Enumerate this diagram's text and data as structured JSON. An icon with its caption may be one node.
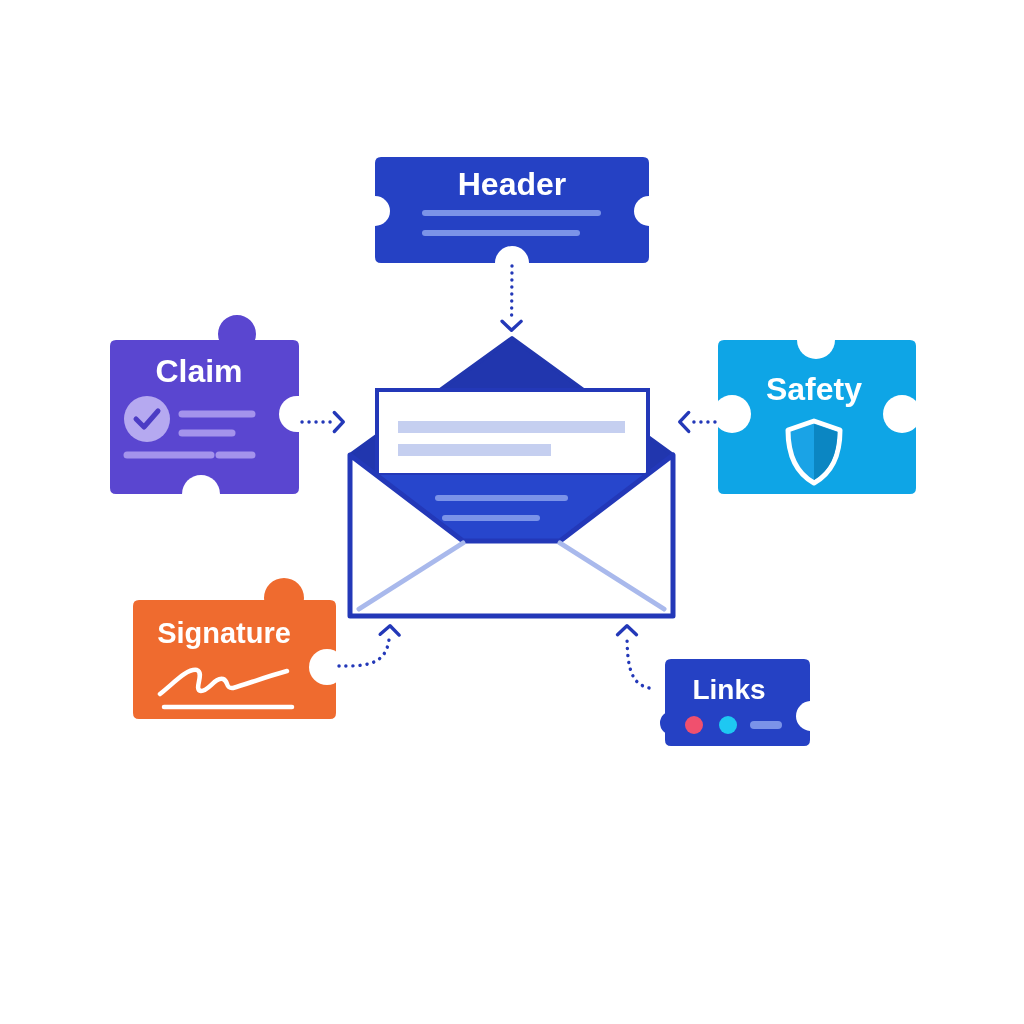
{
  "diagram": {
    "nodes": [
      {
        "text": [
          "Header"
        ]
      },
      {
        "text": [
          "Claim"
        ]
      },
      {
        "text": [],
        "shape": "envelope"
      },
      {
        "text": [
          "Safety"
        ]
      },
      {
        "text": [
          "Signature"
        ]
      },
      {
        "text": [
          "Links"
        ]
      }
    ],
    "edges": [
      {
        "from": 0,
        "to": 2,
        "arrow": "to",
        "style": "dashed"
      },
      {
        "from": 1,
        "to": 2,
        "arrow": "to",
        "style": "dashed"
      },
      {
        "from": 3,
        "to": 2,
        "arrow": "to",
        "style": "dashed"
      },
      {
        "from": 4,
        "to": 2,
        "arrow": "to",
        "style": "dashed"
      },
      {
        "from": 5,
        "to": 2,
        "arrow": "to",
        "style": "dashed"
      }
    ]
  }
}
